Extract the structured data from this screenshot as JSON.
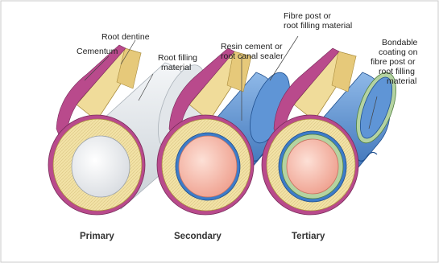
{
  "labels": {
    "root_dentine": "Root dentine",
    "cementum": "Cementum",
    "root_filling_material_1": "Root filling",
    "root_filling_material_2": "material",
    "resin_cement_1": "Resin cement or",
    "resin_cement_2": "root canal sealer",
    "fibre_post_1": "Fibre post or",
    "fibre_post_2": "root filling material",
    "bondable_1": "Bondable",
    "bondable_2": "coating on",
    "bondable_3": "fibre post or",
    "bondable_4": "root filling",
    "bondable_5": "material"
  },
  "captions": {
    "primary": "Primary",
    "secondary": "Secondary",
    "tertiary": "Tertiary"
  },
  "colors": {
    "cementum": "#b94a8c",
    "dentine": "#f2e2a6",
    "filling_white": "#e9ecef",
    "filling_pink": "#f5b0a0",
    "post_blue": "#3d7cc9",
    "coating_green": "#b4d3a1"
  }
}
